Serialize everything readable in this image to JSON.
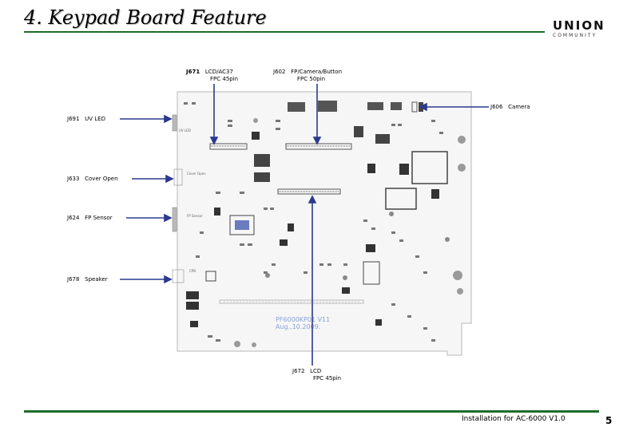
{
  "slide": {
    "title": "4. Keypad Board Feature",
    "logo": {
      "main": "UNION",
      "sub": "COMMUNITY"
    },
    "colors": {
      "rule": "#1f6b2a",
      "arrow": "#2b3a8f",
      "board": "#f6f6f6"
    }
  },
  "connectors": {
    "j671": {
      "id": "J671",
      "name": "LCD/AC37",
      "spec": "FPC 45pin"
    },
    "j602": {
      "id": "J602",
      "name": "FP/Camera/Button",
      "spec": "FPC 50pin"
    },
    "j606": {
      "id": "J606",
      "name": "Camera"
    },
    "j691": {
      "id": "J691",
      "name": "UV LED"
    },
    "j633": {
      "id": "J633",
      "name": "Cover Open"
    },
    "j624": {
      "id": "J624",
      "name": "FP Sensor"
    },
    "j678": {
      "id": "J678",
      "name": "Speaker"
    },
    "j672": {
      "id": "J672",
      "name": "LCD",
      "spec": "FPC 45pin"
    }
  },
  "board": {
    "silk_line1": "PF6000KP01 V11",
    "silk_line2": "Aug.,10.2009.",
    "silk_cover": "Cover Open",
    "silk_fp": "FP Sensor",
    "silk_uv": "UV LED",
    "silk_cpb": "CPB"
  },
  "footer": {
    "text": "Installation for AC-6000 V1.0",
    "page": "5"
  }
}
